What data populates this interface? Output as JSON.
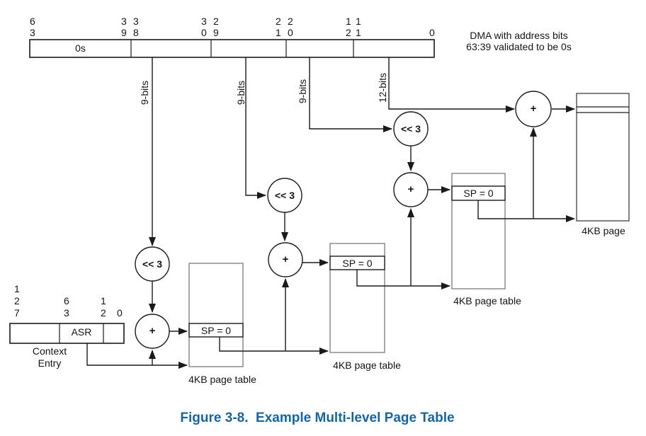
{
  "figure": {
    "caption": "Figure 3-8.  Example Multi-level Page Table"
  },
  "dma_register": {
    "segment_label": "0s",
    "annotation": "DMA with address bits\n63:39 validated to be 0s",
    "bit_labels": [
      "6\n3",
      "3\n9",
      "3\n8",
      "3\n0",
      "2\n9",
      "2\n1",
      "2\n0",
      "1\n2",
      "1\n1",
      "0"
    ]
  },
  "index_labels": {
    "level1": "9-bits",
    "level2": "9-bits",
    "level3": "9-bits",
    "offset": "12-bits"
  },
  "operators": {
    "shift1": "<< 3",
    "shift2": "<< 3",
    "shift3": "<< 3",
    "add1": "+",
    "add2": "+",
    "add3": "+",
    "add4": "+"
  },
  "context_entry": {
    "label": "Context\nEntry",
    "asr": "ASR",
    "bit_labels": [
      "1\n2\n7",
      "6\n3",
      "1\n2",
      "0"
    ]
  },
  "page_tables": {
    "table1": {
      "sp": "SP = 0",
      "label": "4KB page table"
    },
    "table2": {
      "sp": "SP = 0",
      "label": "4KB page table"
    },
    "table3": {
      "sp": "SP = 0",
      "label": "4KB page table"
    },
    "page": {
      "label": "4KB page"
    }
  },
  "colors": {
    "line": "#1a1a1a",
    "table_box": "#6e6e6e",
    "caption_blue": "#1565a5"
  }
}
